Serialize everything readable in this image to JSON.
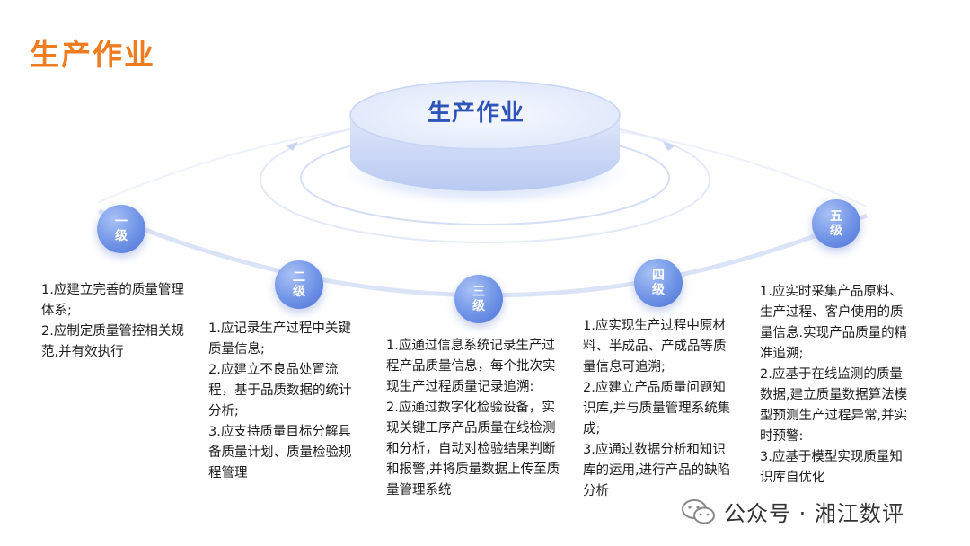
{
  "title": "生产作业",
  "disc_label": "生产作业",
  "levels": [
    {
      "label": "一级",
      "items": [
        "1.应建立完善的质量管理体系;",
        "2.应制定质量管控相关规范,并有效执行"
      ]
    },
    {
      "label": "二级",
      "items": [
        "1.应记录生产过程中关键质量信息;",
        "2.应建立不良品处置流程，基于品质数据的统计分析;",
        "3.应支持质量目标分解具备质量计划、质量检验规程管理"
      ]
    },
    {
      "label": "三级",
      "items": [
        "1.应通过信息系统记录生产过程产品质量信息，每个批次实现生产过程质量记录追溯:",
        "2.应通过数字化检验设备，实现关键工序产品质量在线检测和分析，自动对检验结果判断和报警,并将质量数据上传至质量管理系统"
      ]
    },
    {
      "label": "四级",
      "items": [
        "1.应实现生产过程中原材料、半成品、产成品等质量信息可追溯;",
        "2.应建立产品质量问题知识库,并与质量管理系统集成;",
        "3.应通过数据分析和知识库的运用,进行产品的缺陷分析"
      ]
    },
    {
      "label": "五级",
      "items": [
        "1.应实时采集产品原料、生产过程、客户使用的质量信息.实现产品质量的精准追溯;",
        "2.应基于在线监测的质量数据,建立质量数据算法模型预测生产过程异常,并实时预警:",
        "3.应基于模型实现质量知识库自优化"
      ]
    }
  ],
  "footer": "公众号 · 湘江数评",
  "colors": {
    "title": "#ee7d22",
    "accent": "#2f55b8",
    "bubble": "#6f93e6"
  }
}
